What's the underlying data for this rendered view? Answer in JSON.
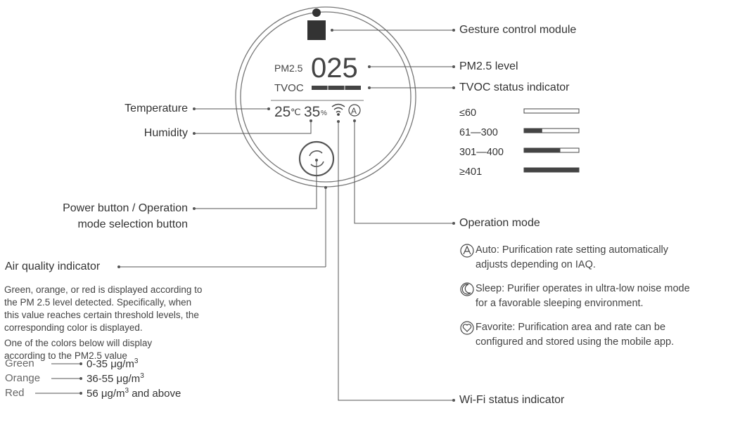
{
  "display": {
    "pm_label": "PM2.5",
    "pm_value": "025",
    "tvoc_label": "TVOC",
    "temperature": "25",
    "temp_unit": "℃",
    "humidity": "35",
    "humidity_unit": "%",
    "mode_symbol": "A"
  },
  "callouts": {
    "gesture": "Gesture control module",
    "pm25_level": "PM2.5 level",
    "tvoc_status": "TVOC status indicator",
    "temperature": "Temperature",
    "humidity": "Humidity",
    "power_line1": "Power button / Operation",
    "power_line2": "mode selection button",
    "operation_mode": "Operation mode",
    "wifi": "Wi-Fi status indicator",
    "air_quality": "Air quality indicator"
  },
  "tvoc_levels": [
    {
      "label": "≤60",
      "fill": 0.0
    },
    {
      "label": "61—300",
      "fill": 0.33
    },
    {
      "label": "301—400",
      "fill": 0.66
    },
    {
      "label": "≥401",
      "fill": 1.0
    }
  ],
  "modes": [
    {
      "icon": "auto-icon",
      "line1": "Auto: Purification rate setting automatically",
      "line2": "adjusts depending on IAQ."
    },
    {
      "icon": "sleep-moon-icon",
      "line1": "Sleep: Purifier operates in ultra-low noise mode",
      "line2": "for a favorable sleeping environment."
    },
    {
      "icon": "heart-icon",
      "line1": "Favorite: Purification area and rate can be",
      "line2": "configured and stored using the mobile app."
    }
  ],
  "air_quality": {
    "desc": [
      "Green, orange, or red is displayed according to",
      "the PM 2.5 level detected. Specifically, when",
      "this value reaches certain threshold levels, the",
      "corresponding color is displayed."
    ],
    "desc2": [
      "One of the colors below will display",
      "according to the PM2.5 value"
    ],
    "levels": [
      {
        "color": "Green",
        "range": "0-35 μg/m",
        "sup": "3",
        "suffix": ""
      },
      {
        "color": "Orange",
        "range": "36-55 μg/m",
        "sup": "3",
        "suffix": ""
      },
      {
        "color": "Red",
        "range": "56 μg/m",
        "sup": "3",
        "suffix": " and above"
      }
    ]
  },
  "colors": {
    "line": "#555555",
    "text": "#333333",
    "bar_fill": "#444444"
  }
}
